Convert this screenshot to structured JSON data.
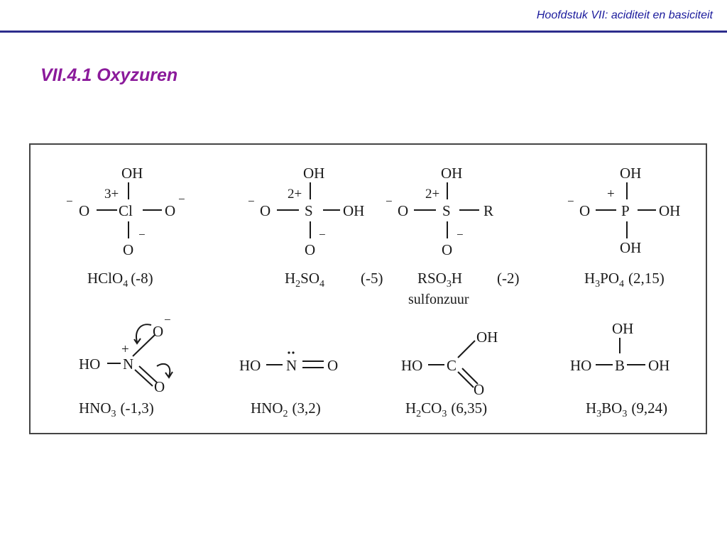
{
  "header": {
    "chapter": "Hoofdstuk VII: aciditeit en basiciteit"
  },
  "slide": {
    "title": "VII.4.1 Oxyzuren"
  },
  "acids": [
    {
      "name": "HClO4",
      "formula_parts": [
        "HClO",
        "4",
        ""
      ],
      "pka": "(-8)"
    },
    {
      "name": "H2SO4",
      "formula_parts": [
        "H",
        "2",
        "SO",
        "4"
      ],
      "pka": "(-5)"
    },
    {
      "name": "RSO3H",
      "formula_parts": [
        "RSO",
        "3",
        "H"
      ],
      "pka": "(-2)",
      "note": "sulfonzuur"
    },
    {
      "name": "H3PO4",
      "formula_parts": [
        "H",
        "3",
        "PO",
        "4"
      ],
      "pka": "(2,15)"
    },
    {
      "name": "HNO3",
      "formula_parts": [
        "HNO",
        "3",
        ""
      ],
      "pka": "(-1,3)"
    },
    {
      "name": "HNO2",
      "formula_parts": [
        "HNO",
        "2",
        ""
      ],
      "pka": "(3,2)"
    },
    {
      "name": "H2CO3",
      "formula_parts": [
        "H",
        "2",
        "CO",
        "3"
      ],
      "pka": "(6,35)"
    },
    {
      "name": "H3BO3",
      "formula_parts": [
        "H",
        "3",
        "BO",
        "3"
      ],
      "pka": "(9,24)"
    }
  ],
  "atoms": {
    "OH": "OH",
    "O": "O",
    "Cl": "Cl",
    "S": "S",
    "P": "P",
    "N": "N",
    "C": "C",
    "B": "B",
    "R": "R",
    "HO": "HO",
    "minus": "−",
    "plus": "+",
    "ox3": "3+",
    "ox2": "2+"
  }
}
